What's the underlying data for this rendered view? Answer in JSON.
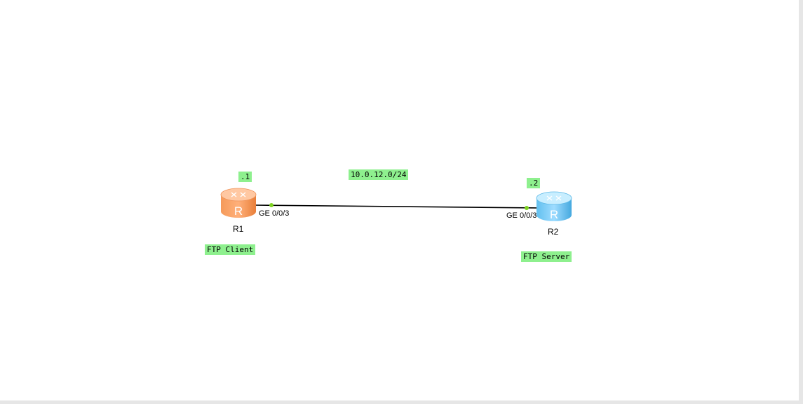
{
  "topology": {
    "subnet_label": "10.0.12.0/24",
    "devices": [
      {
        "id": "r1",
        "name": "R1",
        "icon": "router-icon",
        "color_top": "#ffb98a",
        "color_side": "#f08a45",
        "host_label": ".1",
        "role_label": "FTP Client",
        "port": "GE 0/0/3"
      },
      {
        "id": "r2",
        "name": "R2",
        "icon": "router-icon",
        "color_top": "#a6e2ff",
        "color_side": "#4fb6ea",
        "host_label": ".2",
        "role_label": "FTP Server",
        "port": "GE 0/0/3"
      }
    ],
    "link": {
      "from": "r1",
      "to": "r2",
      "port_indicator_color": "#7ed321"
    },
    "label_bg_color": "#8ef08e"
  }
}
